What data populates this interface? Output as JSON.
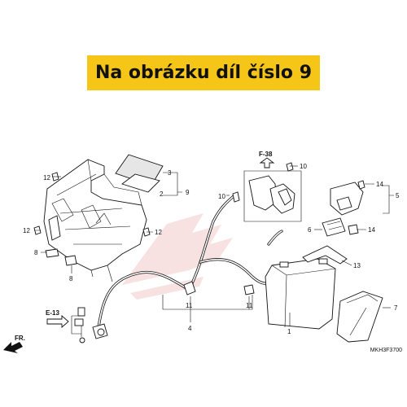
{
  "banner": {
    "text": "Na obrázku díl číslo 9",
    "color": "#f5c518"
  },
  "callouts": {
    "p1": "1",
    "p2": "2",
    "p3": "3",
    "p4": "4",
    "p5": "5",
    "p6": "6",
    "p7": "7",
    "p8a": "8",
    "p8b": "8",
    "p9": "9",
    "p10a": "10",
    "p10b": "10",
    "p11a": "11",
    "p11b": "11",
    "p12a": "12",
    "p12b": "12",
    "p12c": "12",
    "p13": "13",
    "p14a": "14",
    "p14b": "14"
  },
  "refs": {
    "f38": "F-38",
    "e13": "E-13",
    "fr": "FR."
  },
  "diagram_code": "MKH3F3700",
  "watermark_icon": "wing-logo-icon"
}
